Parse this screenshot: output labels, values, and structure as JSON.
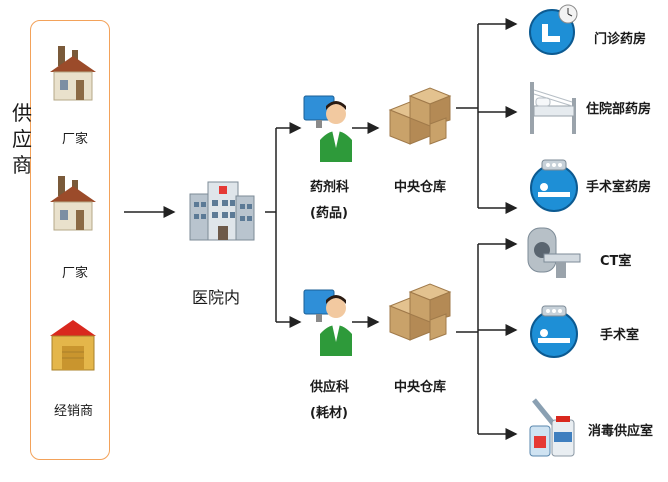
{
  "supplier": {
    "title": "供应商",
    "items": [
      {
        "label": "厂家",
        "icon": "factory-icon"
      },
      {
        "label": "厂家",
        "icon": "factory-icon"
      },
      {
        "label": "经销商",
        "icon": "warehouse-icon"
      }
    ]
  },
  "hospital": {
    "label": "医院内",
    "icon": "hospital-building-icon"
  },
  "departments": [
    {
      "name": "药剂科",
      "sub": "(药品)",
      "icon": "pharmacist-icon"
    },
    {
      "name": "供应科",
      "sub": "(耗材)",
      "icon": "supply-clerk-icon"
    }
  ],
  "warehouses": [
    {
      "label": "中央仓库",
      "icon": "boxes-icon"
    },
    {
      "label": "中央仓库",
      "icon": "boxes-icon"
    }
  ],
  "destinations": [
    {
      "label": "门诊药房",
      "icon": "outpatient-icon"
    },
    {
      "label": "住院部药房",
      "icon": "hospital-bed-icon"
    },
    {
      "label": "手术室药房",
      "icon": "surgery-icon"
    },
    {
      "label": "CT室",
      "icon": "ct-scanner-icon"
    },
    {
      "label": "手术室",
      "icon": "surgery-icon"
    },
    {
      "label": "消毒供应室",
      "icon": "medicine-icon"
    }
  ],
  "colors": {
    "box_border": "#f3a25a",
    "arrow": "#222222"
  }
}
